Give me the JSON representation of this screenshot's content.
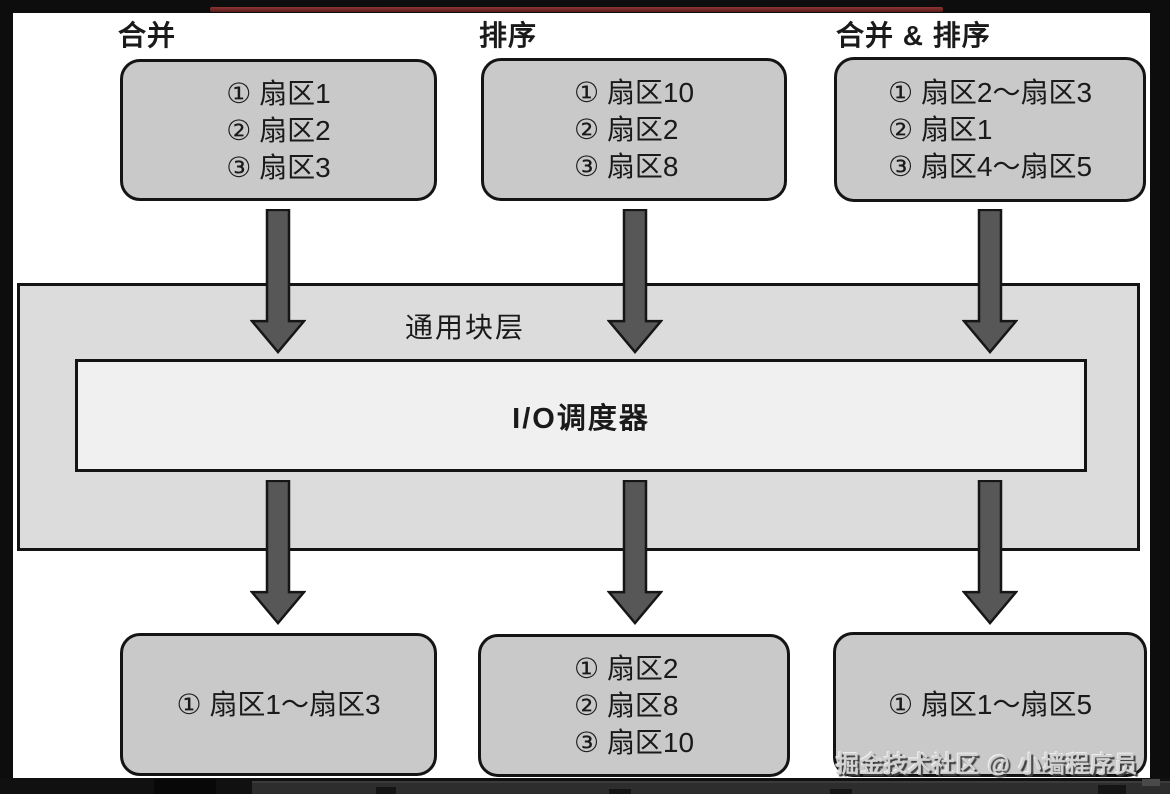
{
  "diagram": {
    "columns": [
      {
        "id": "merge",
        "label": "合并",
        "input_items": [
          "① 扇区1",
          "② 扇区2",
          "③ 扇区3"
        ],
        "output_items": [
          "① 扇区1～扇区3"
        ]
      },
      {
        "id": "sort",
        "label": "排序",
        "input_items": [
          "① 扇区10",
          "② 扇区2",
          "③ 扇区8"
        ],
        "output_items": [
          "① 扇区2",
          "② 扇区8",
          "③ 扇区10"
        ]
      },
      {
        "id": "merge-and-sort",
        "label": "合并 & 排序",
        "input_items": [
          "① 扇区2～扇区3",
          "② 扇区1",
          "③ 扇区4～扇区5"
        ],
        "output_items": [
          "① 扇区1～扇区5"
        ]
      }
    ],
    "block_layer_label": "通用块层",
    "scheduler_label": "I/O调度器"
  },
  "watermark": "掘金技术社区 @ 小墙程序员",
  "colors": {
    "box_fill": "#c9c9c9",
    "band_fill": "#dcdcdc",
    "scheduler_fill": "#f0f0f0",
    "arrow_fill": "#575757",
    "border": "#141414",
    "frame": "#0d0d0d",
    "title_underline": "#6f2626"
  }
}
